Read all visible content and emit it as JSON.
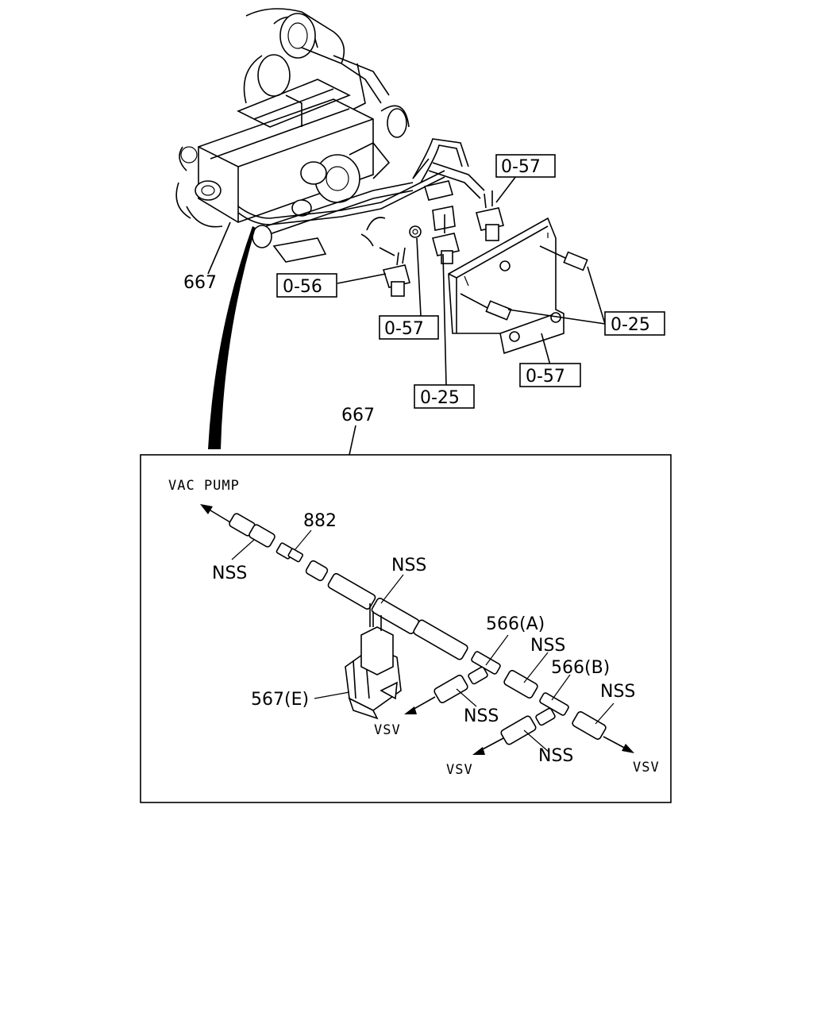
{
  "callouts": {
    "c667_top": "667",
    "c056": "0-56",
    "c057_a": "0-57",
    "c057_b": "0-57",
    "c057_c": "0-57",
    "c025_a": "0-25",
    "c025_b": "0-25",
    "c667_detail": "667"
  },
  "detail": {
    "vac_pump": "VAC PUMP",
    "p882": "882",
    "nss_1": "NSS",
    "nss_2": "NSS",
    "p566a": "566(A)",
    "nss_3": "NSS",
    "p566b": "566(B)",
    "nss_4": "NSS",
    "p567e": "567(E)",
    "nss_5": "NSS",
    "nss_6": "NSS",
    "vsv_1": "VSV",
    "vsv_2": "VSV",
    "vsv_3": "VSV"
  }
}
